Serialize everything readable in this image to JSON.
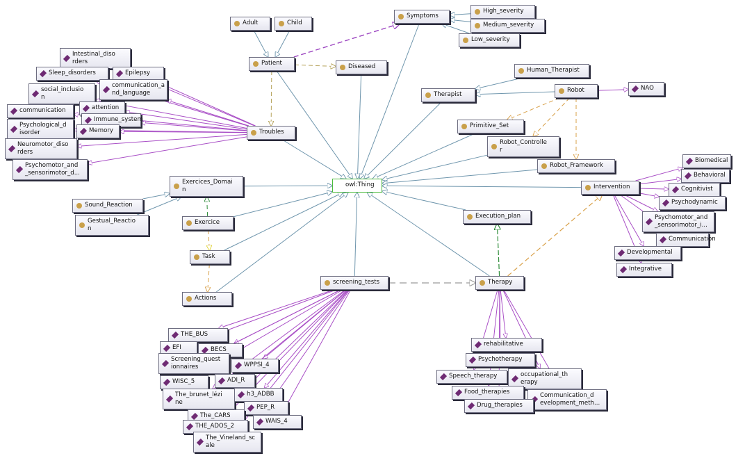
{
  "diagram": {
    "root": "owl:Thing",
    "classes": {
      "patient": "Patient",
      "adult": "Adult",
      "child": "Child",
      "symptoms": "Symptoms",
      "high_severity": "High_severity",
      "medium_severity": "Medium_severity",
      "low_severity": "Low_severity",
      "diseased": "Diseased",
      "troubles": "Troubles",
      "human_therapist": "Human_Therapist",
      "therapist": "Therapist",
      "robot": "Robot",
      "primitive_set": "Primitive_Set",
      "robot_controller": "Robot_Controlle\nr",
      "robot_framework": "Robot_Framework",
      "exercices_domain": "Exercices_Domai\nn",
      "sound_reaction": "Sound_Reaction",
      "gestual_reaction": "Gestual_Reactio\nn",
      "exercice": "Exercice",
      "task": "Task",
      "actions": "Actions",
      "intervention": "Intervention",
      "execution_plan": "Execution_plan",
      "screening_tests": "screening_tests",
      "therapy": "Therapy"
    },
    "individuals": {
      "nao": "NAO",
      "intestinal_disorders": "Intestinal_diso\nrders",
      "sleep_disorders": "Sleep_disorders",
      "epilepsy": "Epilepsy",
      "social_inclusion": "social_inclusio\nn",
      "communication_and_language": "communication_a\nnd_language",
      "communication": "communication",
      "attention": "attention",
      "immune_system": "Immune_system",
      "psychological_disorder": "Psychological_d\nisorder",
      "memory": "Memory",
      "neuromotor_disorders": "Neuromotor_diso\nrders",
      "psychomotor_sensorimotor_d": "Psychomotor_and\n_sensorimotor_d...",
      "biomedical": "Biomedical",
      "behavioral": "Behavioral",
      "cognitivist": "Cognitivist",
      "psychodynamic": "Psychodynamic",
      "psychomotor_sensorimotor_i": "Psychomotor_and\n_sensorimotor_i...",
      "communication_int": "Communication",
      "developmental": "Developmental",
      "integrative": "Integrative",
      "the_bus": "THE_BUS",
      "efi": "EFI",
      "becs": "BECS",
      "screening_questionnaires": "Screening_quest\nionnaires",
      "wppsi_4": "WPPSI_4",
      "wisc_5": "WISC_5",
      "adi_r": "ADI_R",
      "brunet_lezine": "The_brunet_lézi\nne",
      "h3_adbb": "h3_ADBB",
      "pep_r": "PEP_R",
      "the_cars": "The_CARS",
      "the_ados_2": "THE_ADOS_2",
      "wais_4": "WAIS_4",
      "the_vineland": "The_Vineland_sc\nale",
      "rehabilitative": "rehabilitative",
      "psychotherapy": "Psychotherapy",
      "speech_therapy": "Speech_therapy",
      "occupational_therapy": "occupational_th\nerapy",
      "food_therapies": "Food_therapies",
      "communication_dev": "Communication_d\nevelopment_meth...",
      "drug_therapies": "Drug_therapies"
    },
    "colors": {
      "subclass_edge": "#6f96ad",
      "individual_edge": "#a94fc6",
      "root_border": "#4cbb3c",
      "class_marker": "#c9a04a",
      "individual_marker": "#6e2a73",
      "property_dash_purple": "#9b43c0",
      "property_dash_orange": "#d9a14a",
      "property_dash_olive": "#b5a25a",
      "property_dash_green": "#2f8d3a",
      "property_dash_grey": "#9a9a9a"
    }
  }
}
